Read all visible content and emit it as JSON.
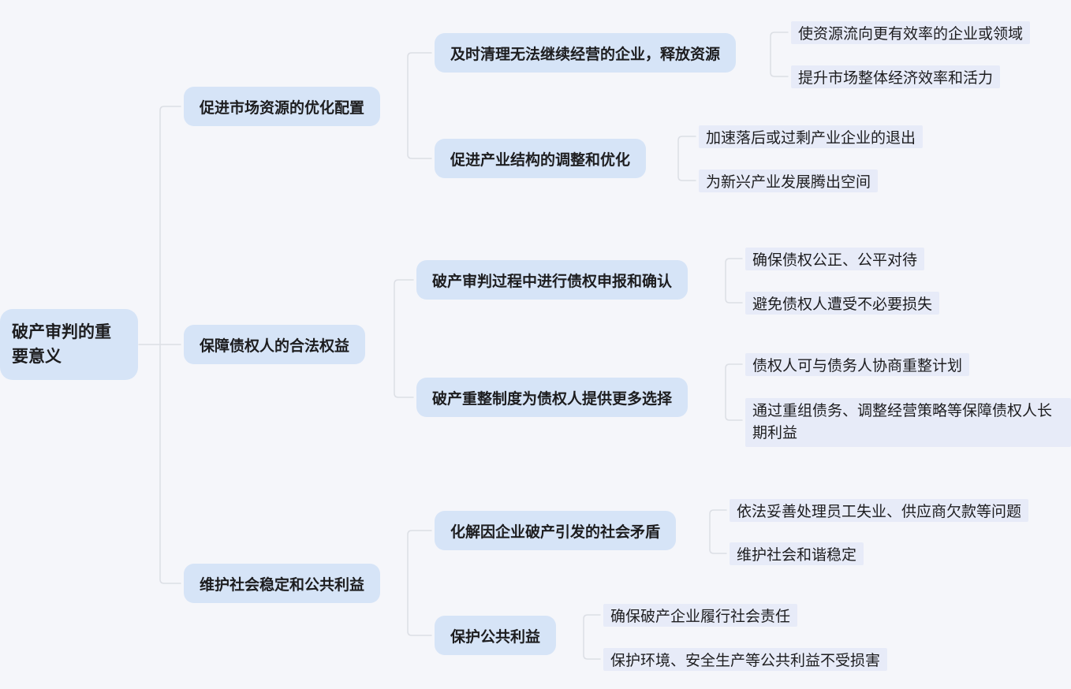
{
  "page": {
    "background": "#f5f6fa"
  },
  "colors": {
    "topic_fill": "#d6e4f7",
    "leaf_fill": "#e7ebf8",
    "connector": "#dcdfe5",
    "text": "#1d1d1f"
  },
  "mindmap": {
    "root": {
      "label": "破产审判的重要意义"
    },
    "branches": [
      {
        "label": "促进市场资源的优化配置",
        "children": [
          {
            "label": "及时清理无法继续经营的企业，释放资源",
            "children": [
              {
                "label": "使资源流向更有效率的企业或领域"
              },
              {
                "label": "提升市场整体经济效率和活力"
              }
            ]
          },
          {
            "label": "促进产业结构的调整和优化",
            "children": [
              {
                "label": "加速落后或过剩产业企业的退出"
              },
              {
                "label": "为新兴产业发展腾出空间"
              }
            ]
          }
        ]
      },
      {
        "label": "保障债权人的合法权益",
        "children": [
          {
            "label": "破产审判过程中进行债权申报和确认",
            "children": [
              {
                "label": "确保债权公正、公平对待"
              },
              {
                "label": "避免债权人遭受不必要损失"
              }
            ]
          },
          {
            "label": "破产重整制度为债权人提供更多选择",
            "children": [
              {
                "label": "债权人可与债务人协商重整计划"
              },
              {
                "label": "通过重组债务、调整经营策略等保障债权人长期利益"
              }
            ]
          }
        ]
      },
      {
        "label": "维护社会稳定和公共利益",
        "children": [
          {
            "label": "化解因企业破产引发的社会矛盾",
            "children": [
              {
                "label": "依法妥善处理员工失业、供应商欠款等问题"
              },
              {
                "label": "维护社会和谐稳定"
              }
            ]
          },
          {
            "label": "保护公共利益",
            "children": [
              {
                "label": "确保破产企业履行社会责任"
              },
              {
                "label": "保护环境、安全生产等公共利益不受损害"
              }
            ]
          }
        ]
      }
    ]
  }
}
